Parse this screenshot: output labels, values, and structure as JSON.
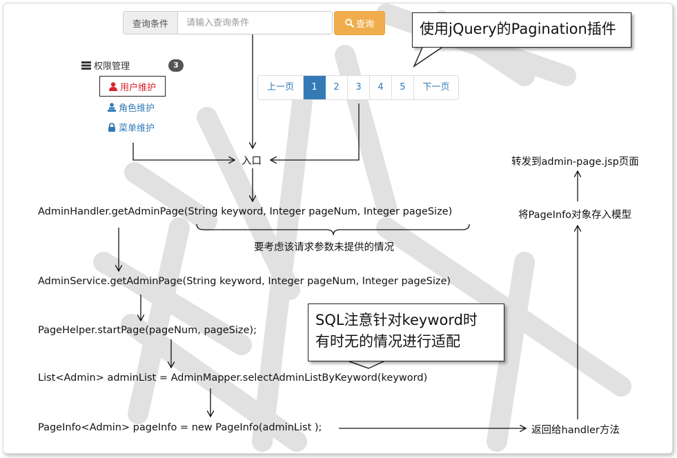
{
  "search": {
    "addon_label": "查询条件",
    "placeholder": "请输入查询条件",
    "button_label": "查询",
    "button_icon": "search-icon"
  },
  "callouts": {
    "plugin": "使用jQuery的Pagination插件",
    "sql_line1": "SQL注意针对keyword时",
    "sql_line2": "有时无的情况进行适配"
  },
  "menu": {
    "title": "权限管理",
    "badge": "3",
    "items": [
      {
        "label": "用户维护",
        "icon": "user-icon",
        "highlighted": true
      },
      {
        "label": "角色维护",
        "icon": "role-icon",
        "highlighted": false
      },
      {
        "label": "菜单维护",
        "icon": "lock-icon",
        "highlighted": false
      }
    ]
  },
  "pagination": {
    "prev_label": "上一页",
    "pages": [
      "1",
      "2",
      "3",
      "4",
      "5"
    ],
    "active_page": "1",
    "next_label": "下一页"
  },
  "flow": {
    "entry": "入口",
    "handler": "AdminHandler.getAdminPage(String keyword, Integer pageNum, Integer pageSize)",
    "param_note": "要考虑该请求参数未提供的情况",
    "service": "AdminService.getAdminPage(String keyword, Integer pageNum, Integer pageSize)",
    "page_helper": "PageHelper.startPage(pageNum, pageSize);",
    "mapper": "List<Admin> adminList = AdminMapper.selectAdminListByKeyword(keyword)",
    "page_info": "PageInfo<Admin> pageInfo = new PageInfo(adminList );",
    "return_handler": "返回给handler方法",
    "store_model": "将PageInfo对象存入模型",
    "forward": "转发到admin-page.jsp页面"
  },
  "colors": {
    "accent_blue": "#337ab7",
    "warning_orange": "#f0ad4e",
    "highlight_red": "#d9232d",
    "watermark_gray": "#d8d8d8"
  }
}
